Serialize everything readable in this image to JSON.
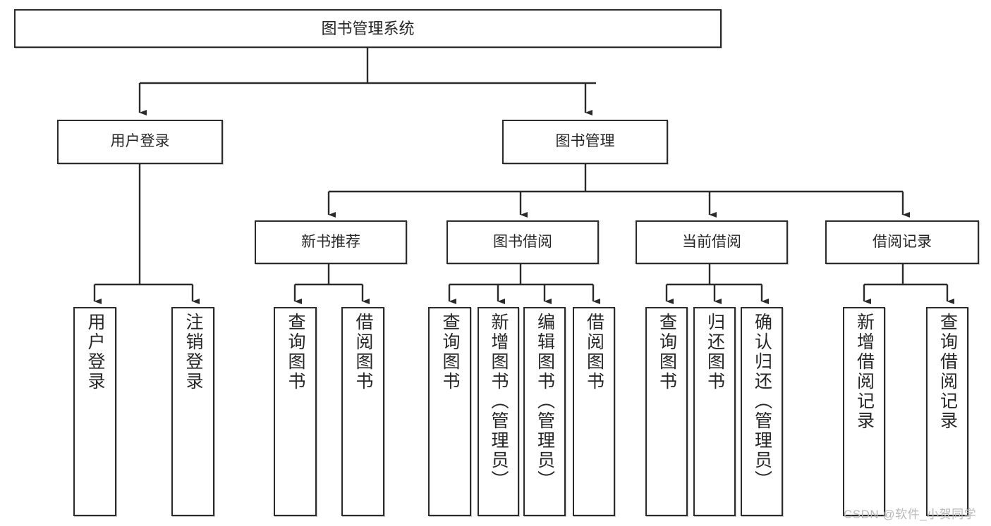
{
  "diagram": {
    "title": "图书管理系统",
    "type": "tree",
    "watermark": "CSDN @软件_小贺同学",
    "colors": {
      "background": "#ffffff",
      "box_border": "#2b2b2b",
      "box_fill": "#ffffff",
      "connector": "#2b2b2b",
      "text": "#262626",
      "watermark": "#b9b9b9"
    },
    "levels": {
      "root": {
        "label": "图书管理系统"
      },
      "level2": [
        {
          "id": "user-login",
          "label": "用户登录"
        },
        {
          "id": "book-management",
          "label": "图书管理"
        }
      ],
      "level3": [
        {
          "id": "new-book-recommend",
          "label": "新书推荐",
          "parent": "book-management"
        },
        {
          "id": "book-borrow",
          "label": "图书借阅",
          "parent": "book-management"
        },
        {
          "id": "current-borrow",
          "label": "当前借阅",
          "parent": "book-management"
        },
        {
          "id": "borrow-record",
          "label": "借阅记录",
          "parent": "book-management"
        }
      ],
      "leaves": [
        {
          "id": "leaf-user-login",
          "label": "用户登录",
          "parent": "user-login"
        },
        {
          "id": "leaf-logout-login",
          "label": "注销登录",
          "parent": "user-login"
        },
        {
          "id": "leaf-query-book-1",
          "label": "查询图书",
          "parent": "new-book-recommend"
        },
        {
          "id": "leaf-borrow-book-1",
          "label": "借阅图书",
          "parent": "new-book-recommend"
        },
        {
          "id": "leaf-query-book-2",
          "label": "查询图书",
          "parent": "book-borrow"
        },
        {
          "id": "leaf-add-book",
          "label": "新增图书（管理员）",
          "parent": "book-borrow"
        },
        {
          "id": "leaf-edit-book",
          "label": "编辑图书（管理员）",
          "parent": "book-borrow"
        },
        {
          "id": "leaf-borrow-book-2",
          "label": "借阅图书",
          "parent": "book-borrow"
        },
        {
          "id": "leaf-query-book-3",
          "label": "查询图书",
          "parent": "current-borrow"
        },
        {
          "id": "leaf-return-book",
          "label": "归还图书",
          "parent": "current-borrow"
        },
        {
          "id": "leaf-confirm-return",
          "label": "确认归还（管理员）",
          "parent": "current-borrow"
        },
        {
          "id": "leaf-add-record",
          "label": "新增借阅记录",
          "parent": "borrow-record"
        },
        {
          "id": "leaf-query-record",
          "label": "查询借阅记录",
          "parent": "borrow-record"
        }
      ]
    }
  }
}
